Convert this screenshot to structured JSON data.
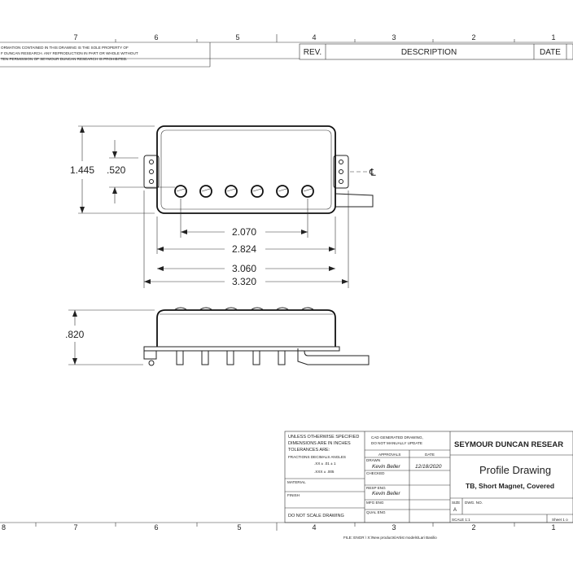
{
  "notice": {
    "line1": "ORMATION CONTAINED IN THIS DRAWING IS THE SOLE PROPERTY OF",
    "line2": "F DUNCAN RESEARCH. ANY REPRODUCTION IN PART OR WHOLE WITHOUT",
    "line3": "TEN PERMISSION OF SEYMOUR DUNCAN RESEARCH IS PROHIBITED."
  },
  "zones_top": [
    "7",
    "6",
    "5",
    "4",
    "3",
    "2",
    "1"
  ],
  "zones_bottom": [
    "8",
    "7",
    "6",
    "5",
    "4",
    "3",
    "2",
    "1"
  ],
  "revision_header": {
    "rev": "REV.",
    "description": "DESCRIPTION",
    "date": "DATE"
  },
  "dimensions": {
    "height": "1.445",
    "pole_offset": ".520",
    "pole_spacing": "2.070",
    "body_width": "2.824",
    "flange_width": "3.060",
    "overall_width": "3.320",
    "side_height": ".820",
    "centerline": "℄"
  },
  "title_block": {
    "tolerances_note": [
      "UNLESS OTHERWISE SPECIFIED",
      "DIMENSIONS ARE IN INCHES",
      "TOLERANCES ARE:"
    ],
    "tol_header": "FRACTIONS   DECIMALS   ANGLES",
    "tol_line1": ".XX  ±  .01     ± 1",
    "tol_line2": ".XXX  ±  .005",
    "material": "MATERIAL",
    "finish": "FINISH",
    "do_not_scale": "DO NOT SCALE DRAWING",
    "cad_note1": "CAD GENERATED DRAWING,",
    "cad_note2": "DO NOT MANUALLY UPDATE",
    "approvals": "APPROVALS",
    "date_label": "DATE",
    "drawn": "DRAWN",
    "drawn_by": "Kevin Beller",
    "drawn_date": "12/18/2020",
    "checked": "CHECKED",
    "resp_eng": "RESP ENG",
    "resp_eng_name": "Kevin Beller",
    "mfg_eng": "MFG ENG",
    "qual_eng": "QUAL ENG",
    "company": "SEYMOUR DUNCAN RESEAR",
    "title": "Profile Drawing",
    "subtitle": "TB, Short Magnet, Covered",
    "size_label": "SIZE",
    "size_value": "A",
    "dwg_no": "DWG. NO.",
    "scale": "SCALE  1:1",
    "sheet": "Sheet 1 o"
  },
  "file_path": "FILE: ENGR \\ X:\\New products\\Artist models\\Lari Basilio"
}
